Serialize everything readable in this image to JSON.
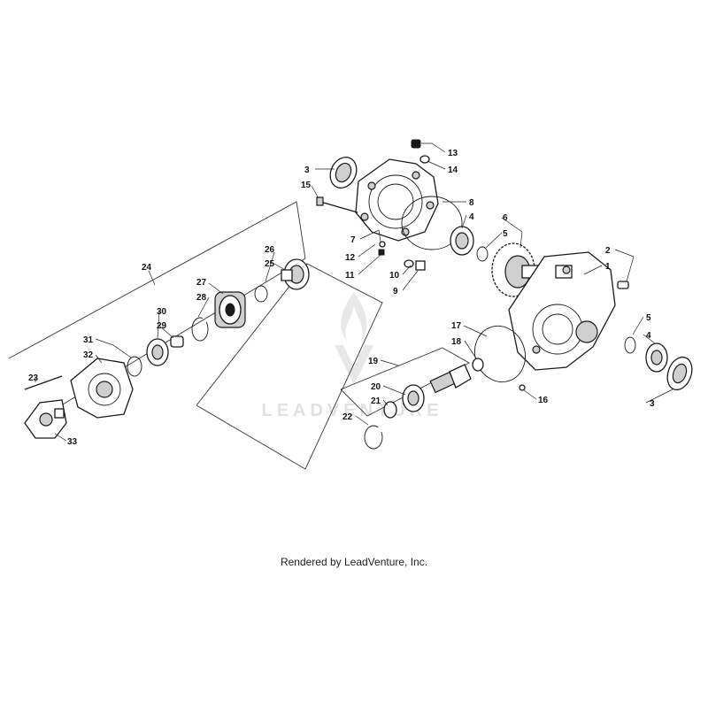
{
  "watermark": "LEADVENTURE",
  "footer": "Rendered by LeadVenture, Inc.",
  "callouts": {
    "c1": "1",
    "c2": "2",
    "c3a": "3",
    "c3b": "3",
    "c4a": "4",
    "c4b": "4",
    "c5a": "5",
    "c5b": "5",
    "c6": "6",
    "c7": "7",
    "c8": "8",
    "c9": "9",
    "c10": "10",
    "c11": "11",
    "c12": "12",
    "c13": "13",
    "c14": "14",
    "c15": "15",
    "c16": "16",
    "c17": "17",
    "c18": "18",
    "c19": "19",
    "c20": "20",
    "c21": "21",
    "c22": "22",
    "c23": "23",
    "c24": "24",
    "c25": "25",
    "c26": "26",
    "c27": "27",
    "c28": "28",
    "c29": "29",
    "c30": "30",
    "c31": "31",
    "c32": "32",
    "c33": "33"
  }
}
